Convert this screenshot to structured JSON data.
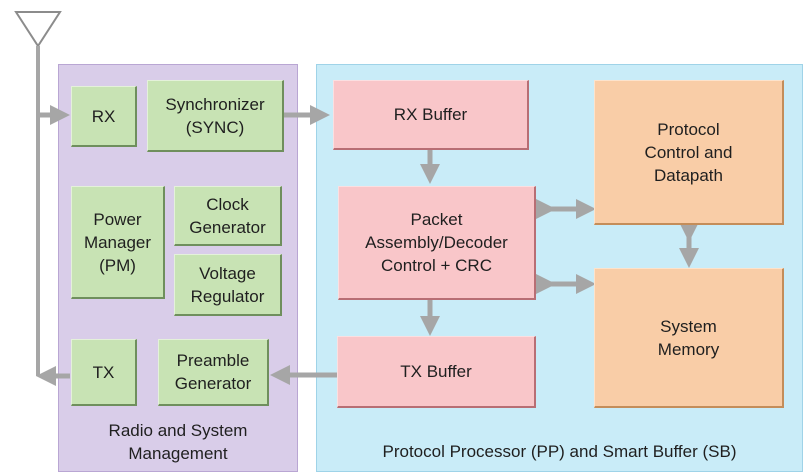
{
  "regions": {
    "radio": {
      "label_line1": "Radio and System",
      "label_line2": "Management"
    },
    "protocol": {
      "label": "Protocol Processor (PP) and Smart Buffer (SB)"
    }
  },
  "blocks": {
    "rx": {
      "label": "RX"
    },
    "sync": {
      "line1": "Synchronizer",
      "line2": "(SYNC)"
    },
    "power": {
      "line1": "Power",
      "line2": "Manager",
      "line3": "(PM)"
    },
    "clock": {
      "line1": "Clock",
      "line2": "Generator"
    },
    "voltage": {
      "line1": "Voltage",
      "line2": "Regulator"
    },
    "tx": {
      "label": "TX"
    },
    "preamble": {
      "line1": "Preamble",
      "line2": "Generator"
    },
    "rx_buffer": {
      "label": "RX Buffer"
    },
    "packet": {
      "line1": "Packet",
      "line2": "Assembly/Decoder",
      "line3": "Control + CRC"
    },
    "tx_buffer": {
      "label": "TX Buffer"
    },
    "protocol_control": {
      "line1": "Protocol",
      "line2": "Control and",
      "line3": "Datapath"
    },
    "system_memory": {
      "line1": "System",
      "line2": "Memory"
    }
  },
  "colors": {
    "radio_region": "#d9cde9",
    "protocol_region": "#c9ecf8",
    "radio_blocks": "#c8e3b4",
    "buffer_blocks": "#f9c6c9",
    "control_blocks": "#f9cda7",
    "arrows": "#a6a6a6",
    "antenna": "#8c8c8c"
  },
  "icons": {
    "antenna": "antenna-icon"
  }
}
